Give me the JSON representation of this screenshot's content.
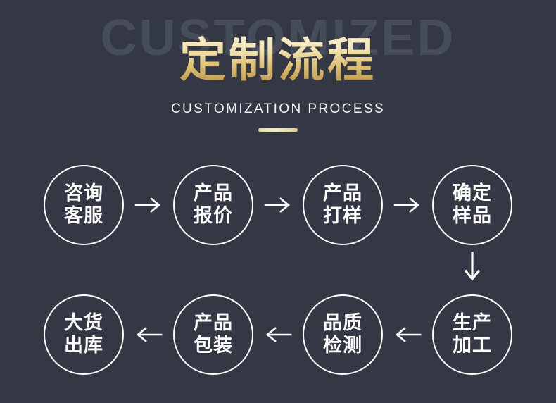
{
  "header": {
    "watermark": "CUSTOMIZED",
    "title_cn": "定制流程",
    "subtitle_en": "CUSTOMIZATION PROCESS"
  },
  "colors": {
    "background": "#343845",
    "watermark": "#474c5b",
    "gold_light": "#faf0d2",
    "gold_mid": "#ddbd6e",
    "gold_dark": "#b98f41",
    "stroke_white": "#ffffff",
    "subtitle": "#f2f3f6"
  },
  "flow": {
    "row1": [
      {
        "id": "consult-service",
        "line1": "咨询",
        "line2": "客服"
      },
      {
        "id": "product-quote",
        "line1": "产品",
        "line2": "报价"
      },
      {
        "id": "product-sample",
        "line1": "产品",
        "line2": "打样"
      },
      {
        "id": "confirm-sample",
        "line1": "确定",
        "line2": "样品"
      }
    ],
    "row2": [
      {
        "id": "bulk-shipment",
        "line1": "大货",
        "line2": "出库"
      },
      {
        "id": "product-packing",
        "line1": "产品",
        "line2": "包装"
      },
      {
        "id": "quality-check",
        "line1": "品质",
        "line2": "检测"
      },
      {
        "id": "production",
        "line1": "生产",
        "line2": "加工"
      }
    ],
    "arrows": {
      "right": "→",
      "left": "←",
      "down": "↓"
    }
  }
}
